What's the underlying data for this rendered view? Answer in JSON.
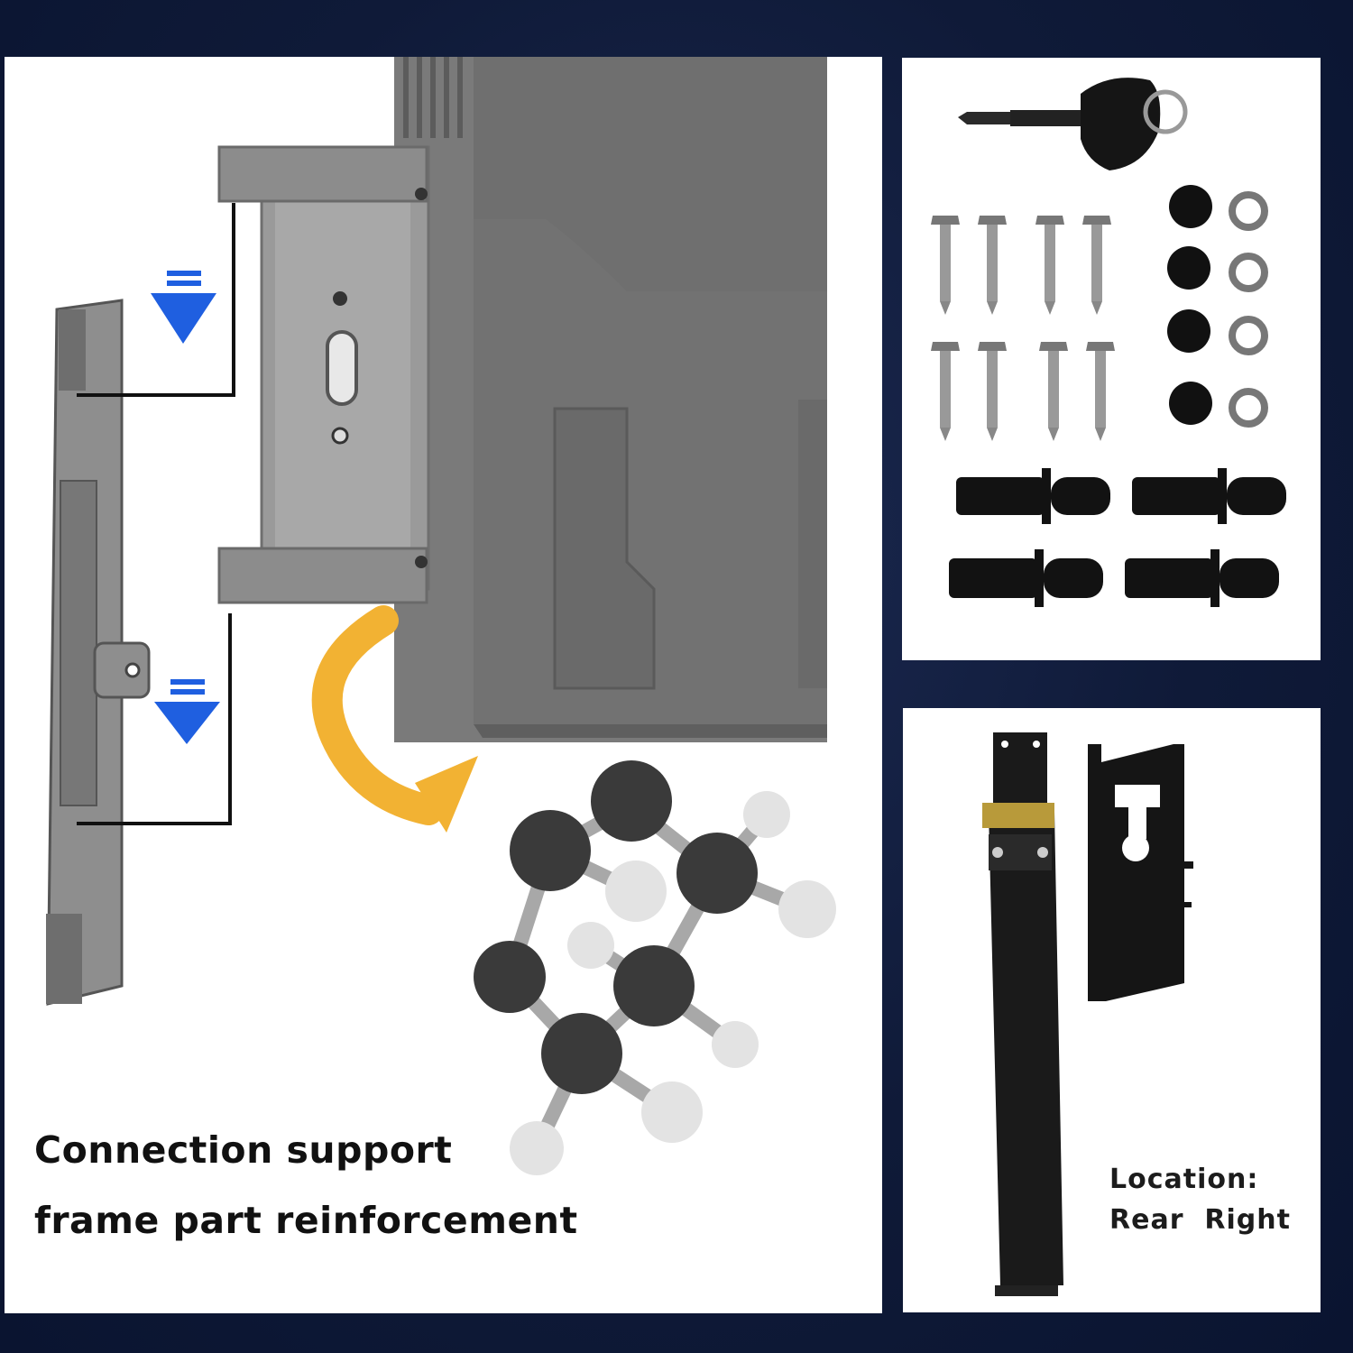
{
  "main_caption": {
    "line1": "Connection support",
    "line2": "frame part reinforcement"
  },
  "bracket_panel": {
    "location_label": "Location:",
    "location_value": "Rear  Right"
  },
  "colors": {
    "background": "#0f1a38",
    "arrow_blue": "#1f5fe0",
    "arrow_orange": "#f2b233",
    "bracket_black": "#1a1a1a",
    "molecule_dark": "#3a3a3a",
    "molecule_light": "#e3e3e3"
  },
  "icons": [
    "key-icon",
    "screw-icon",
    "rubber-grommet-icon",
    "serrated-nut-icon",
    "plastic-rivet-icon",
    "down-arrow-icon",
    "curved-arrow-icon",
    "molecule-icon"
  ]
}
